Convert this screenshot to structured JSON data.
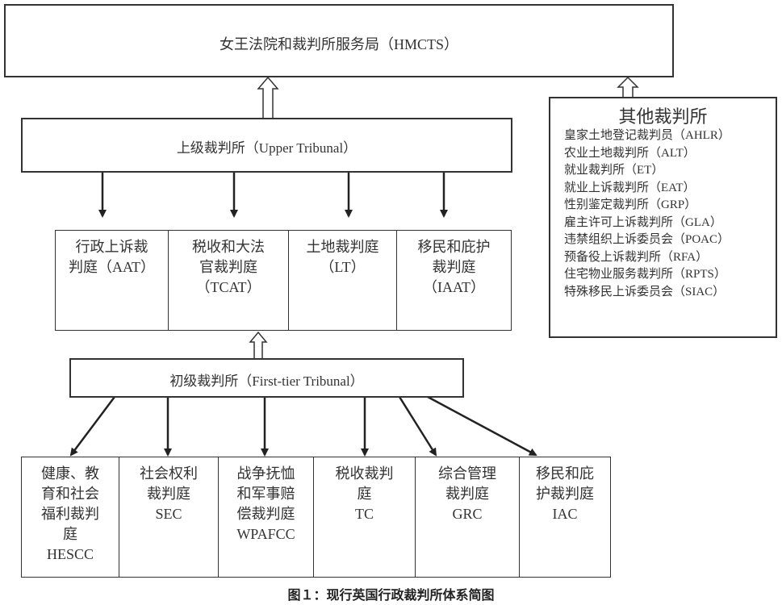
{
  "hmcts": "女王法院和裁判所服务局（HMCTS）",
  "upper": "上级裁判所（Upper Tribunal）",
  "chambers": [
    {
      "lines": [
        "行政上诉裁",
        "判庭（AAT）"
      ]
    },
    {
      "lines": [
        "税收和大法",
        "官裁判庭",
        "（TCAT）"
      ]
    },
    {
      "lines": [
        "土地裁判庭",
        "（LT）"
      ]
    },
    {
      "lines": [
        "移民和庇护",
        "裁判庭",
        "（IAAT）"
      ]
    }
  ],
  "first_tier": "初级裁判所（First-tier Tribunal）",
  "lower_chambers": [
    {
      "lines": [
        "健康、教",
        "育和社会",
        "福利裁判",
        "庭",
        "HESCC"
      ]
    },
    {
      "lines": [
        "社会权利",
        "裁判庭",
        "SEC"
      ]
    },
    {
      "lines": [
        "战争抚恤",
        "和军事赔",
        "偿裁判庭",
        "WPAFCC"
      ]
    },
    {
      "lines": [
        "税收裁判",
        "庭",
        "TC"
      ]
    },
    {
      "lines": [
        "综合管理",
        "裁判庭",
        "GRC"
      ]
    },
    {
      "lines": [
        "移民和庇",
        "护裁判庭",
        "IAC"
      ]
    }
  ],
  "others": {
    "title": "其他裁判所",
    "items": [
      "皇家土地登记裁判员（AHLR）",
      "农业土地裁判所（ALT）",
      "就业裁判所（ET）",
      "就业上诉裁判所（EAT）",
      "性别鉴定裁判所（GRP）",
      "雇主许可上诉裁判所（GLA）",
      "违禁组织上诉委员会（POAC）",
      "预备役上诉裁判所（RFA）",
      "住宅物业服务裁判所（RPTS）",
      "特殊移民上诉委员会（SIAC）"
    ]
  },
  "caption": "图１：现行英国行政裁判所体系简图"
}
